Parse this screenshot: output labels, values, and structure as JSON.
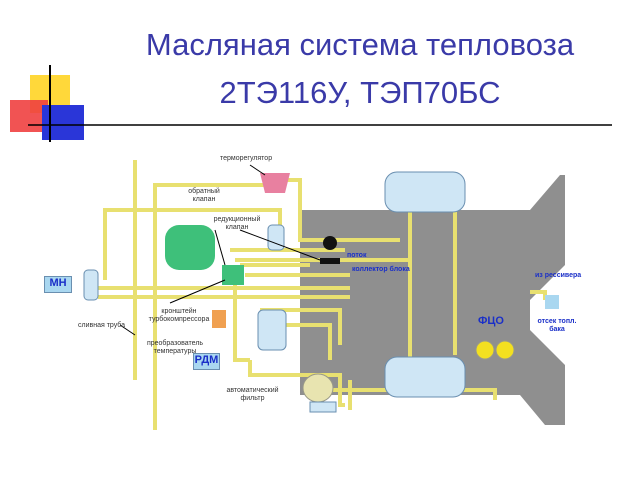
{
  "title": {
    "line1": "Масляная система тепловоза",
    "line2": "2ТЭ116У, ТЭП70БС"
  },
  "labels": {
    "thermoregulator": "терморегулятор",
    "check_valve": "обратный клапан",
    "reducing_valve": "редукционный клапан",
    "flow": "поток",
    "block_collector": "коллектор блока",
    "from_receiver": "из рессивера",
    "fuel_tank_compartment": "отсек топл. бака",
    "fco": "ФЦО",
    "mn": "МН",
    "drain_pipe": "сливная труба",
    "turbo_bracket": "кронштейн турбокомпрессора",
    "temp_converter": "преобразователь температуры",
    "rdm": "РДМ",
    "auto_filter": "автоматический фильтр"
  },
  "colors": {
    "title": "#3a3aa8",
    "pipe": "#e8e070",
    "block": "#8f8f8f",
    "label_blue": "#1a2fc8"
  }
}
